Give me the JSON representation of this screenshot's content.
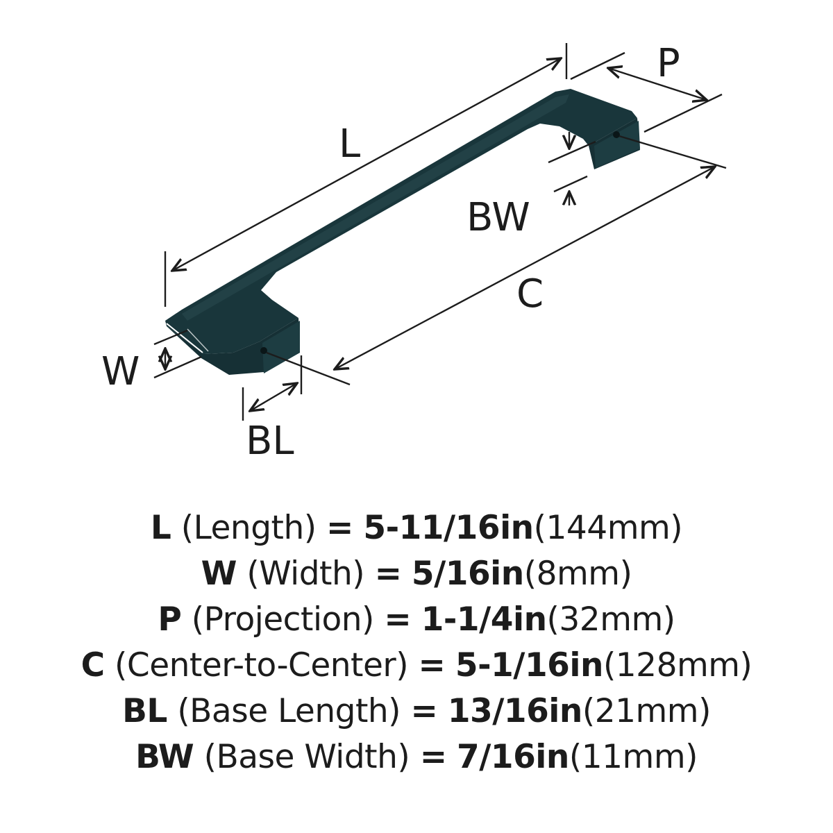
{
  "diagram": {
    "labels": {
      "L": "L",
      "P": "P",
      "BW": "BW",
      "C": "C",
      "W": "W",
      "BL": "BL"
    },
    "colors": {
      "handle": "#19363b",
      "handle_highlight": "#2a4a50",
      "lines": "#1c1c1c"
    }
  },
  "specs": [
    {
      "code": "L",
      "name": "(Length)",
      "eq": "=",
      "imperial": "5-11/16in",
      "metric": "(144mm)"
    },
    {
      "code": "W",
      "name": "(Width)",
      "eq": "=",
      "imperial": "5/16in",
      "metric": "(8mm)"
    },
    {
      "code": "P",
      "name": "(Projection)",
      "eq": "=",
      "imperial": "1-1/4in",
      "metric": "(32mm)"
    },
    {
      "code": "C",
      "name": "(Center-to-Center)",
      "eq": "=",
      "imperial": "5-1/16in",
      "metric": "(128mm)"
    },
    {
      "code": "BL",
      "name": "(Base Length)",
      "eq": "=",
      "imperial": "13/16in",
      "metric": "(21mm)"
    },
    {
      "code": "BW",
      "name": "(Base Width)",
      "eq": "=",
      "imperial": "7/16in",
      "metric": "(11mm)"
    }
  ]
}
